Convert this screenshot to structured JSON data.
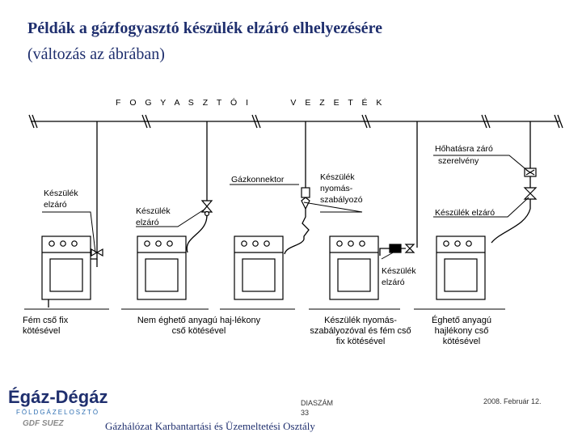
{
  "slide": {
    "title": "Példák a gázfogyasztó készülék elzáró elhelyezésére",
    "subtitle": "(változás az ábrában)"
  },
  "diagram": {
    "pipe_label": "F O G Y A S Z T Ó I       V E Z E T É K",
    "labels": {
      "elzaro1_line1": "Készülék",
      "elzaro1_line2": "elzáró",
      "elzaro2_line1": "Készülék",
      "elzaro2_line2": "elzáró",
      "gazkonnektor": "Gázkonnektor",
      "nyomas_line1": "Készülék",
      "nyomas_line2": "nyomás-",
      "nyomas_line3": "szabályozó",
      "elzaro3_line1": "Készülék",
      "elzaro3_line2": "elzáró",
      "hohatas_line1": "Hőhatásra záró",
      "hohatas_line2": "szerelvény",
      "elzaro4": "Készülék elzáró"
    },
    "captions": {
      "c1": "Fém cső fix kötésével",
      "c2": "Nem éghető anyagú haj-lékony cső kötésével",
      "c3": "Készülék nyomás-szabályozóval és fém cső fix kötésével",
      "c4": "Éghető anyagú hajlékony cső kötésével"
    }
  },
  "footer": {
    "logo_main": "Égáz-Dégáz",
    "logo_sub": "FÖLDGÁZELOSZTÓ",
    "logo_gdf": "GDF SUEZ",
    "department": "Gázhálózat Karbantartási és Üzemeltetési Osztály",
    "slide_label": "DIASZÁM",
    "slide_number": "33",
    "date": "2008. Február 12."
  }
}
